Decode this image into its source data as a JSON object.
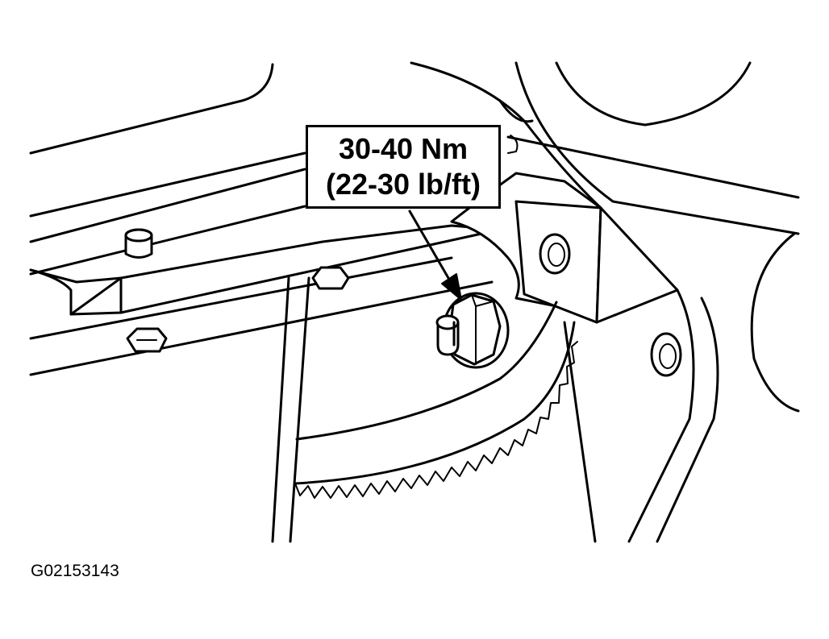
{
  "callout": {
    "torque_nm": "30-40 Nm",
    "torque_lbft": "(22-30 lb/ft)"
  },
  "figure_id": "G02153143"
}
